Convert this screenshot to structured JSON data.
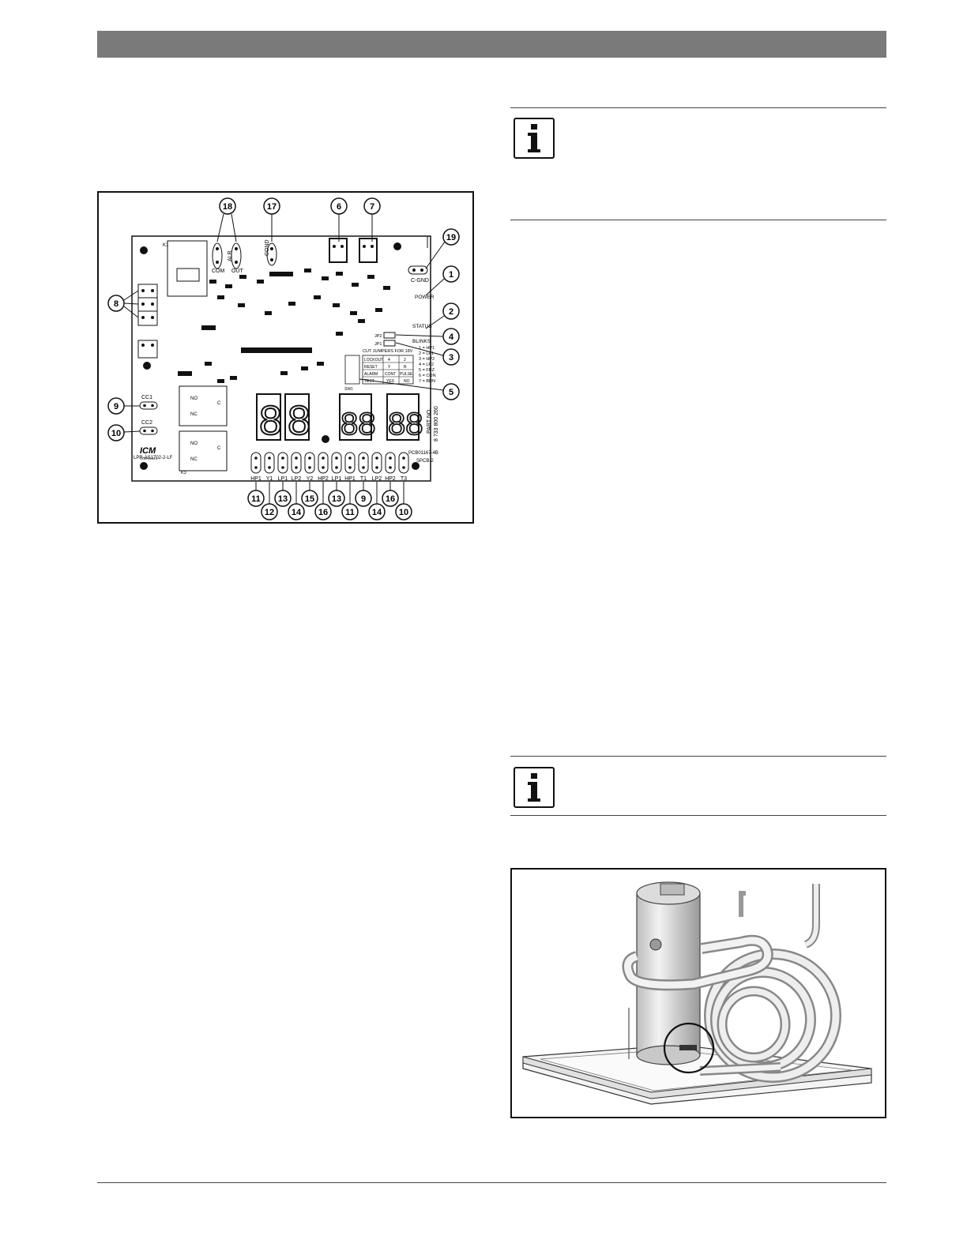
{
  "header": {
    "bar_color": "#7a7a7a"
  },
  "notes": [
    {
      "icon": "info-icon"
    },
    {
      "icon": "info-icon"
    }
  ],
  "board_figure": {
    "callouts": {
      "c1": "1",
      "c2": "2",
      "c3": "3",
      "c4": "4",
      "c5": "5",
      "c6": "6",
      "c7": "7",
      "c8": "8",
      "c9": "9",
      "c10": "10",
      "c17": "17",
      "c18": "18",
      "c19": "19",
      "b11a": "11",
      "b12": "12",
      "b13a": "13",
      "b14a": "14",
      "b15": "15",
      "b16a": "16",
      "b13b": "13",
      "b11b": "11",
      "b9": "9",
      "b14b": "14",
      "b16b": "16",
      "b10": "10"
    },
    "silkscreen": {
      "com": "COM",
      "alr": "ALR",
      "out": "OUT",
      "cond": "COND",
      "c_gnd": "C-GND",
      "power": "POWER",
      "status": "STATUS",
      "blinks": "BLINKS",
      "cc1": "CC1",
      "cc2": "CC2",
      "jp2": "JP2",
      "jp1": "JP1",
      "jumpers_title": "CUT JUMPERS FOR 18V",
      "lockout": "LOCKOUT",
      "reset": "RESET",
      "alarm": "ALARM",
      "test": "TEST",
      "lockout_a": "4",
      "lockout_b": "2",
      "reset_a": "Y",
      "reset_b": "R",
      "alarm_a": "CONT",
      "alarm_b": "PULSE",
      "test_a": "YES",
      "test_b": "NO",
      "sw1": "SW1",
      "blink_list": [
        "1 = HP1",
        "2 = LP1",
        "3 = HP2",
        "4 = LP2",
        "5 = FRZ",
        "6 = CON",
        "7 = BRN"
      ],
      "part_no": "PART NO.",
      "part_no_value": "8 733 800 260",
      "pcb": "PCB01167-4B",
      "spcb": "SPCB-2",
      "model": "LPR-AS1702-2-LF",
      "logo": "ICM",
      "logo_sub": "CONTROLS",
      "terminals": [
        "HP1",
        "Y1",
        "LP1",
        "LP2",
        "Y2",
        "HP2",
        "LP1",
        "HP1",
        "T1",
        "LP2",
        "HP2",
        "T3"
      ],
      "relay_no": "NO",
      "relay_nc": "NC",
      "relay_c": "C",
      "relay_k1": "K1",
      "relay_k3": "K3"
    }
  },
  "compressor_figure": {}
}
